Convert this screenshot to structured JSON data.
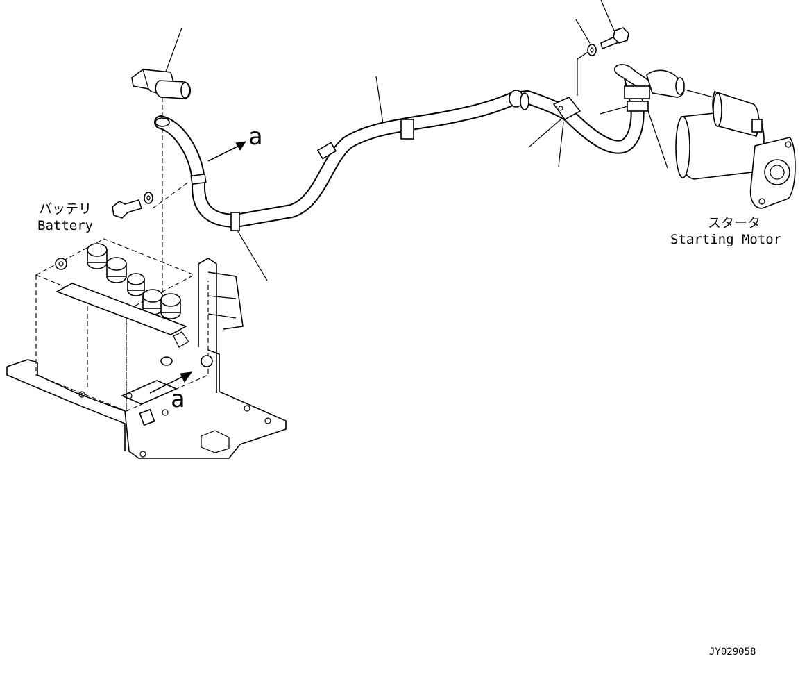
{
  "labels": {
    "battery_jp": "バッテリ",
    "battery_en": "Battery",
    "starter_jp": "スタータ",
    "starter_en": "Starting Motor",
    "view_mark_top": "a",
    "view_mark_bottom": "a",
    "drawing_id": "JY029058"
  }
}
